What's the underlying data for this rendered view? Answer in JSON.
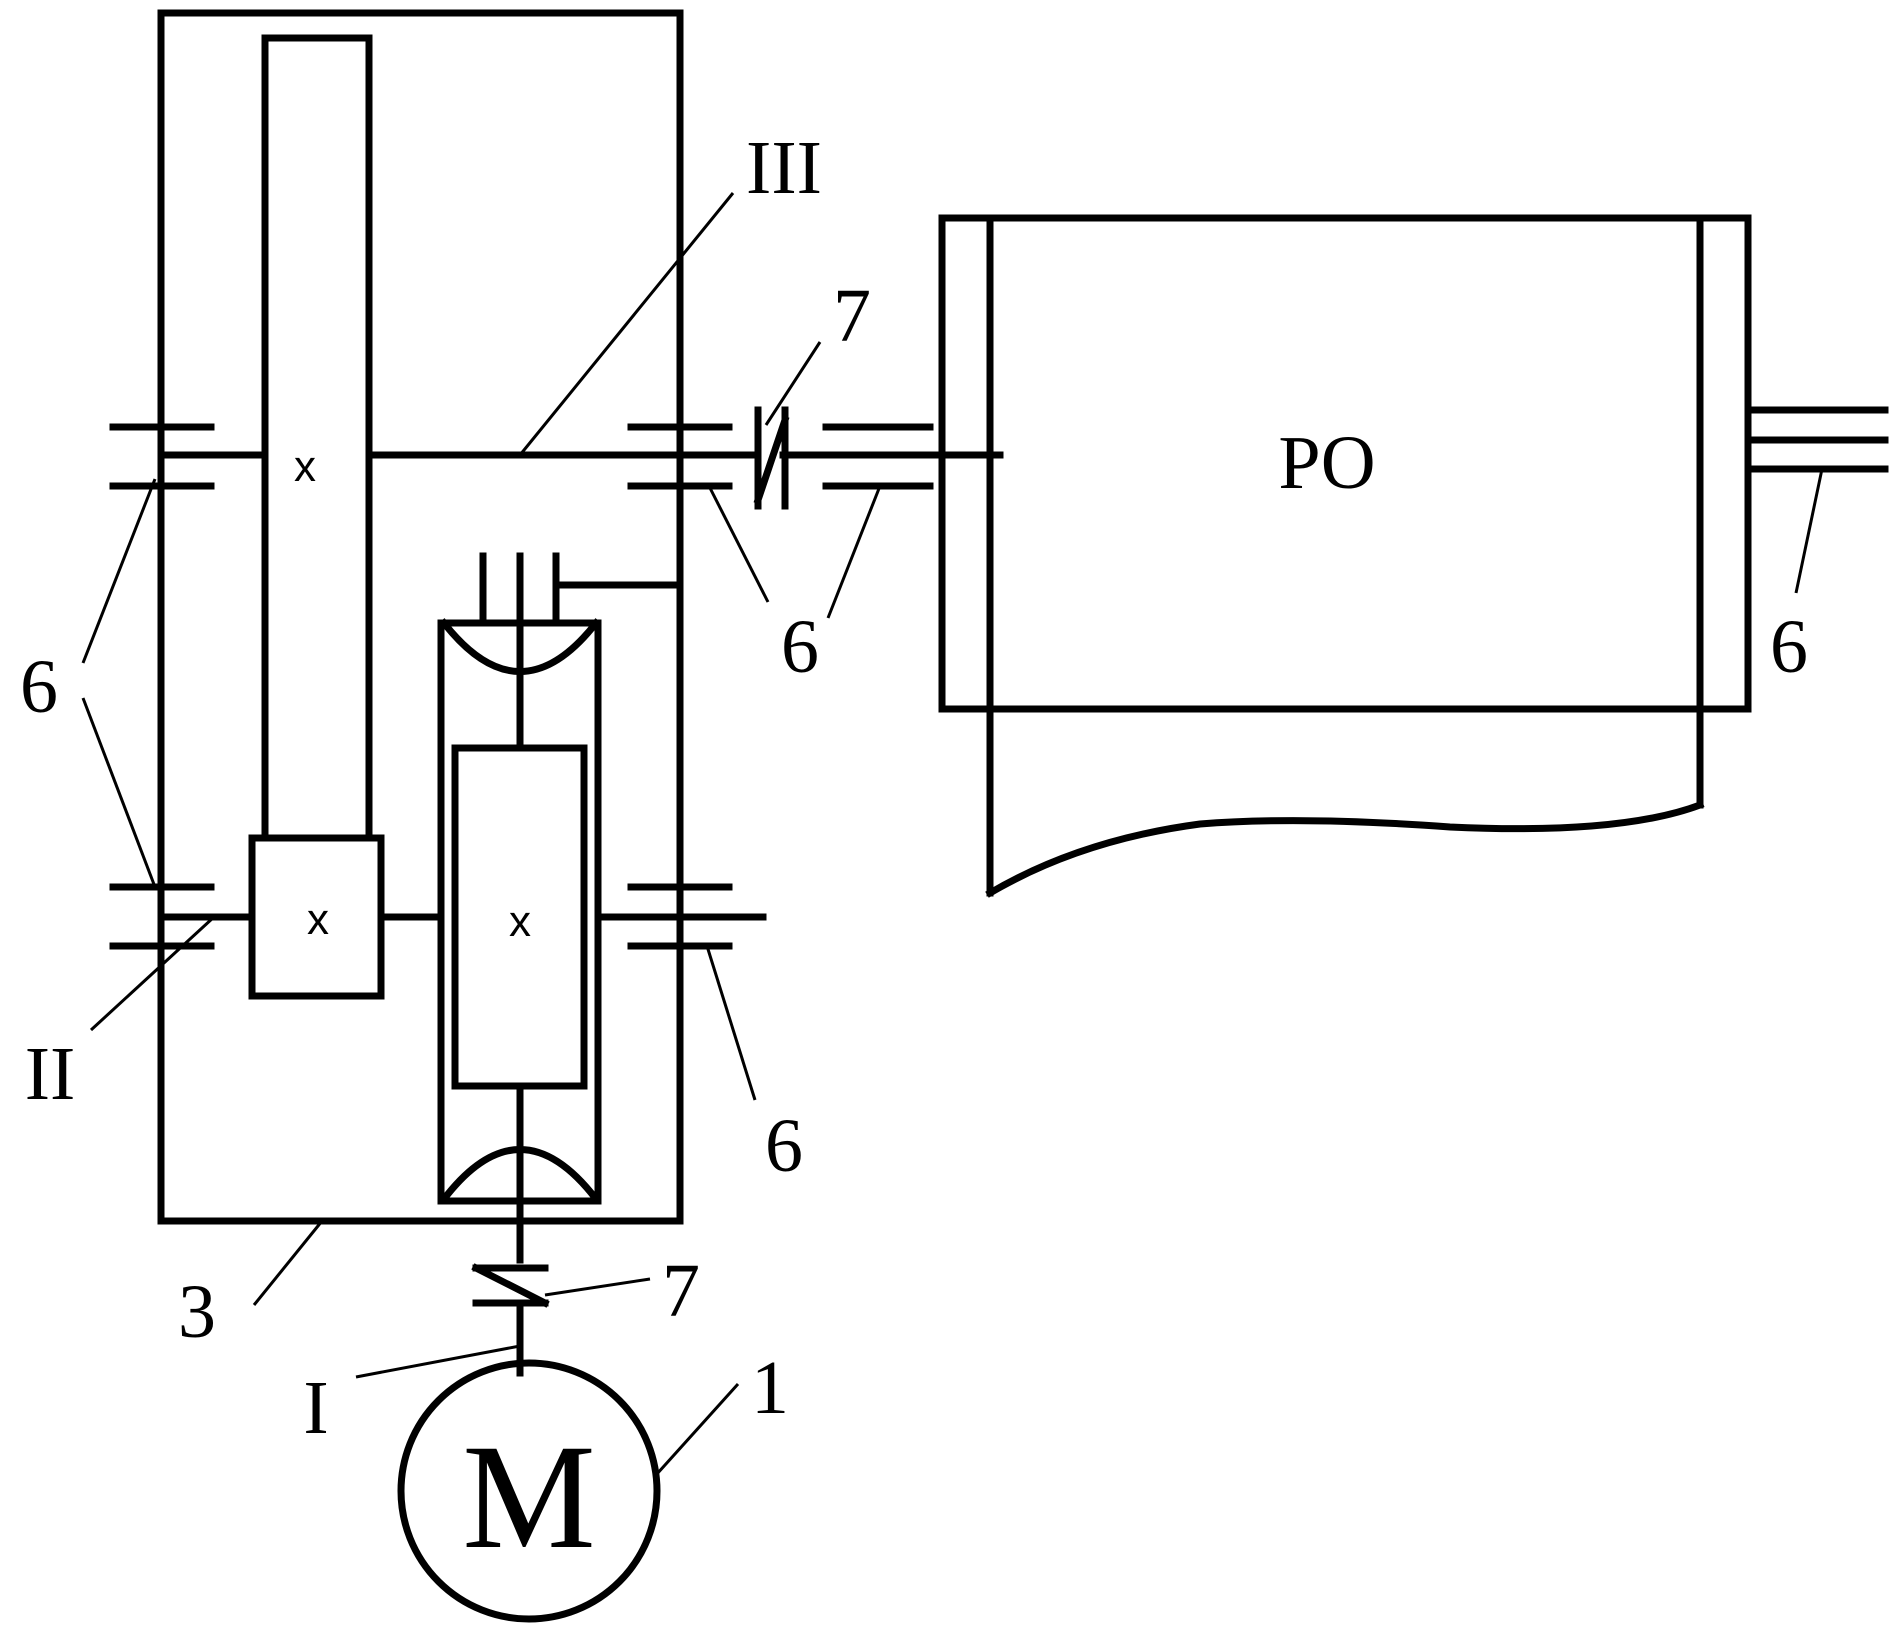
{
  "labels": {
    "shaft_i": "I",
    "shaft_ii": "II",
    "shaft_iii": "III",
    "motor": "M",
    "working_body": "PO",
    "motor_ref": "1",
    "housing_ref": "3",
    "bearing_ref": "6",
    "coupling_ref": "7",
    "gear_mark": "x"
  }
}
